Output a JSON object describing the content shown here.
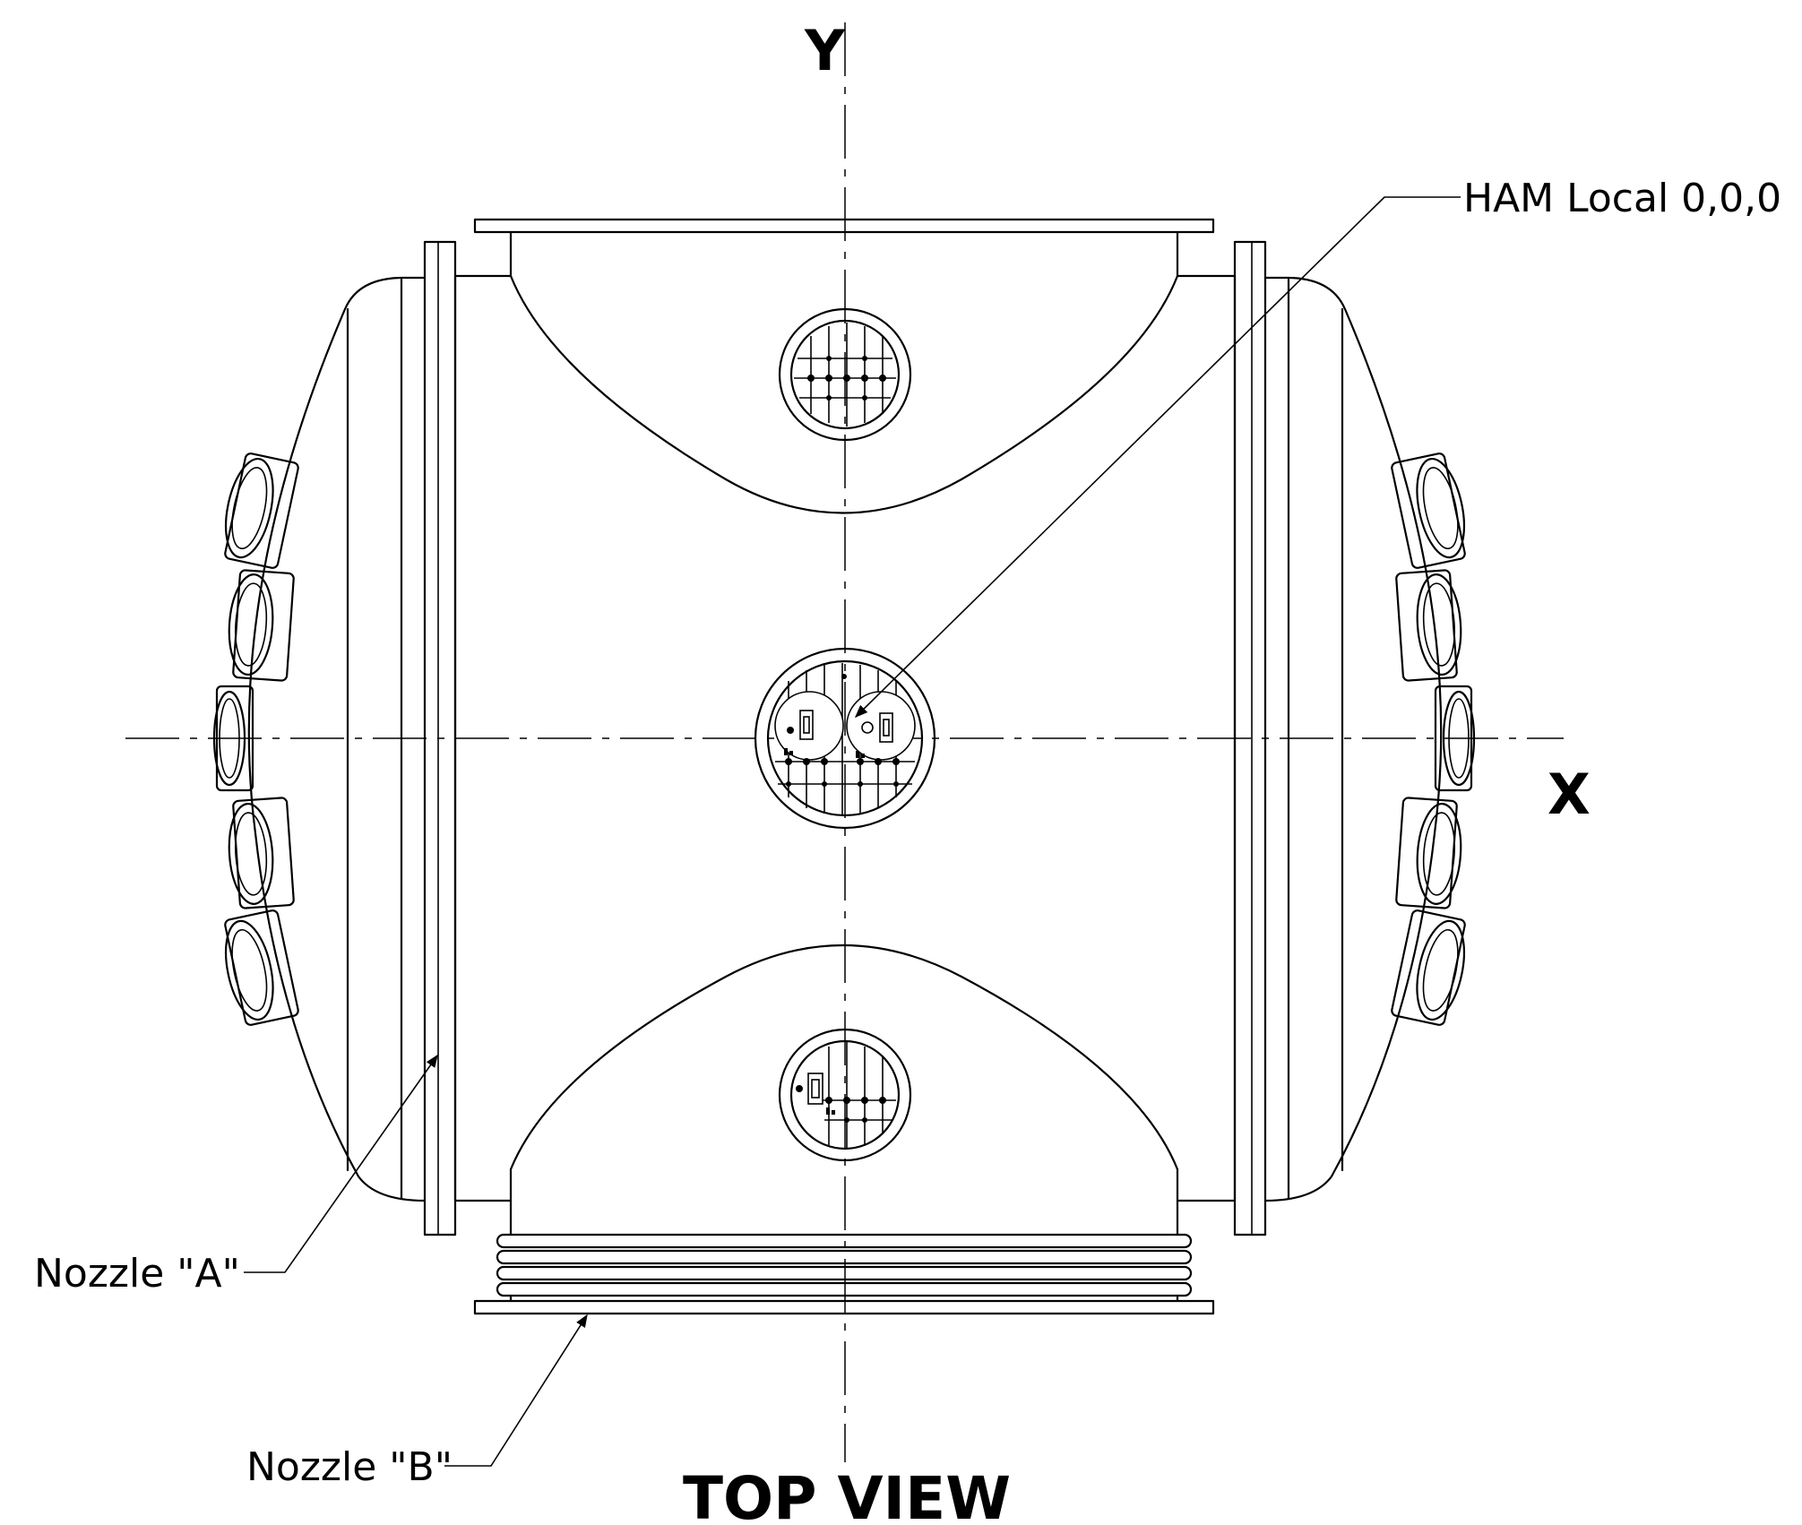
{
  "axes": {
    "y_label": "Y",
    "x_label": "X"
  },
  "callouts": {
    "origin": "HAM Local 0,0,0",
    "nozzle_a": "Nozzle \"A\"",
    "nozzle_b": "Nozzle \"B\""
  },
  "view_title": "TOP VIEW"
}
